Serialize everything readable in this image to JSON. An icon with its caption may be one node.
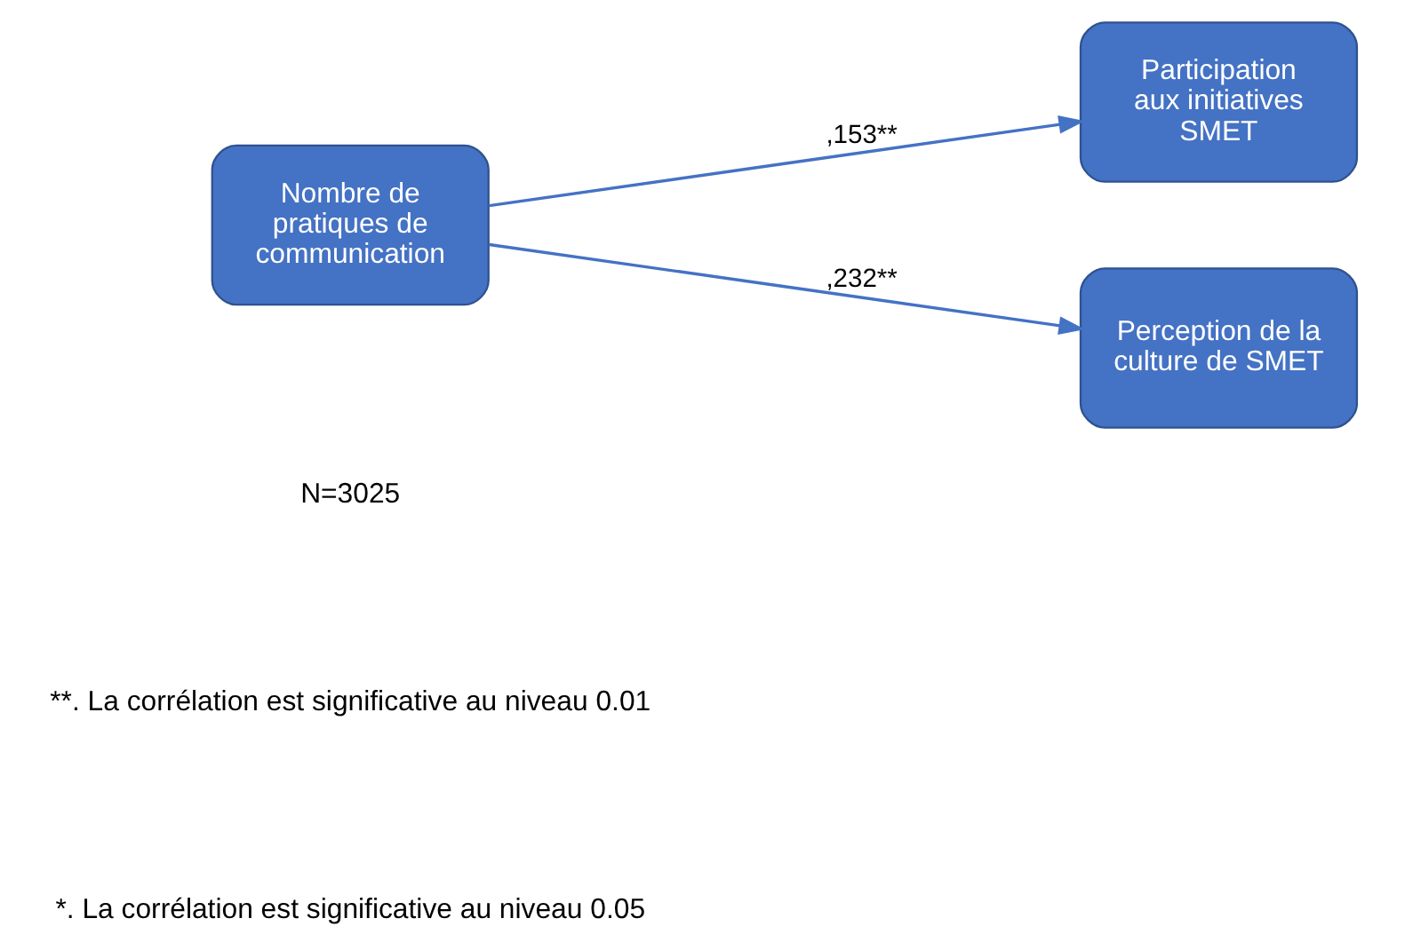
{
  "diagram": {
    "nodes": [
      {
        "text": [
          "Nombre de pratiques de communication"
        ]
      },
      {
        "text": [
          "Participation aux initiatives SMET"
        ]
      },
      {
        "text": [
          "Perception de la culture de SMET"
        ]
      }
    ],
    "edges": [
      {
        "from": 0,
        "to": 1,
        "arrow": "to",
        "label": ",153**"
      },
      {
        "from": 0,
        "to": 2,
        "arrow": "to",
        "label": ",232**"
      }
    ],
    "labels": [
      "N=3025",
      "**. La corrélation est significative au niveau 0.01",
      "*. La corrélation est significative au niveau 0.05"
    ]
  }
}
